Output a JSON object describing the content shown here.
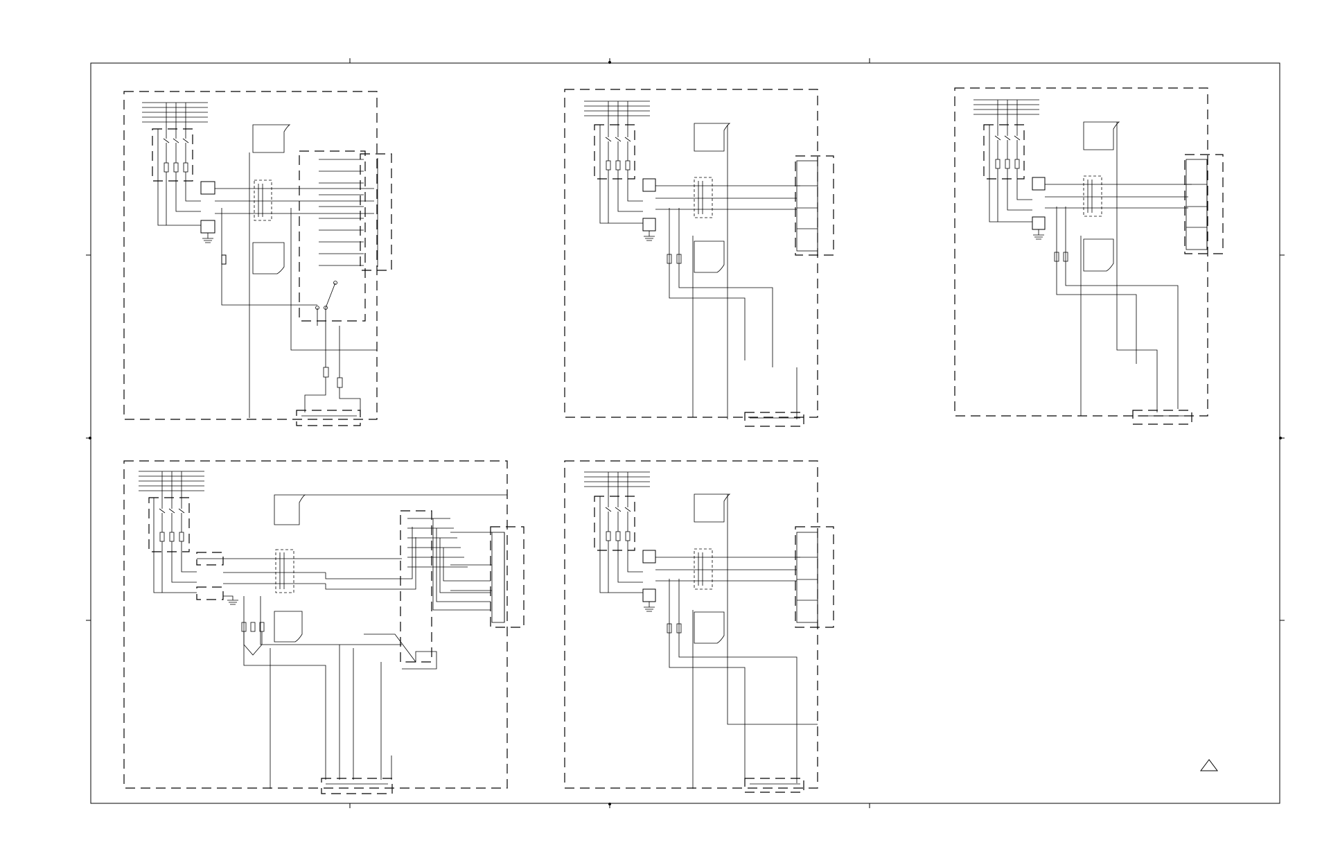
{
  "sheet": {
    "stroke_color": "#000000",
    "background_color": "#ffffff",
    "revision_marker": "",
    "panels": [
      {
        "id": "panel-1",
        "variant": "tapped-switch"
      },
      {
        "id": "panel-2",
        "variant": "three-winding"
      },
      {
        "id": "panel-3",
        "variant": "three-winding-alt"
      },
      {
        "id": "panel-4",
        "variant": "extended-terminal"
      },
      {
        "id": "panel-5",
        "variant": "three-winding"
      }
    ]
  }
}
